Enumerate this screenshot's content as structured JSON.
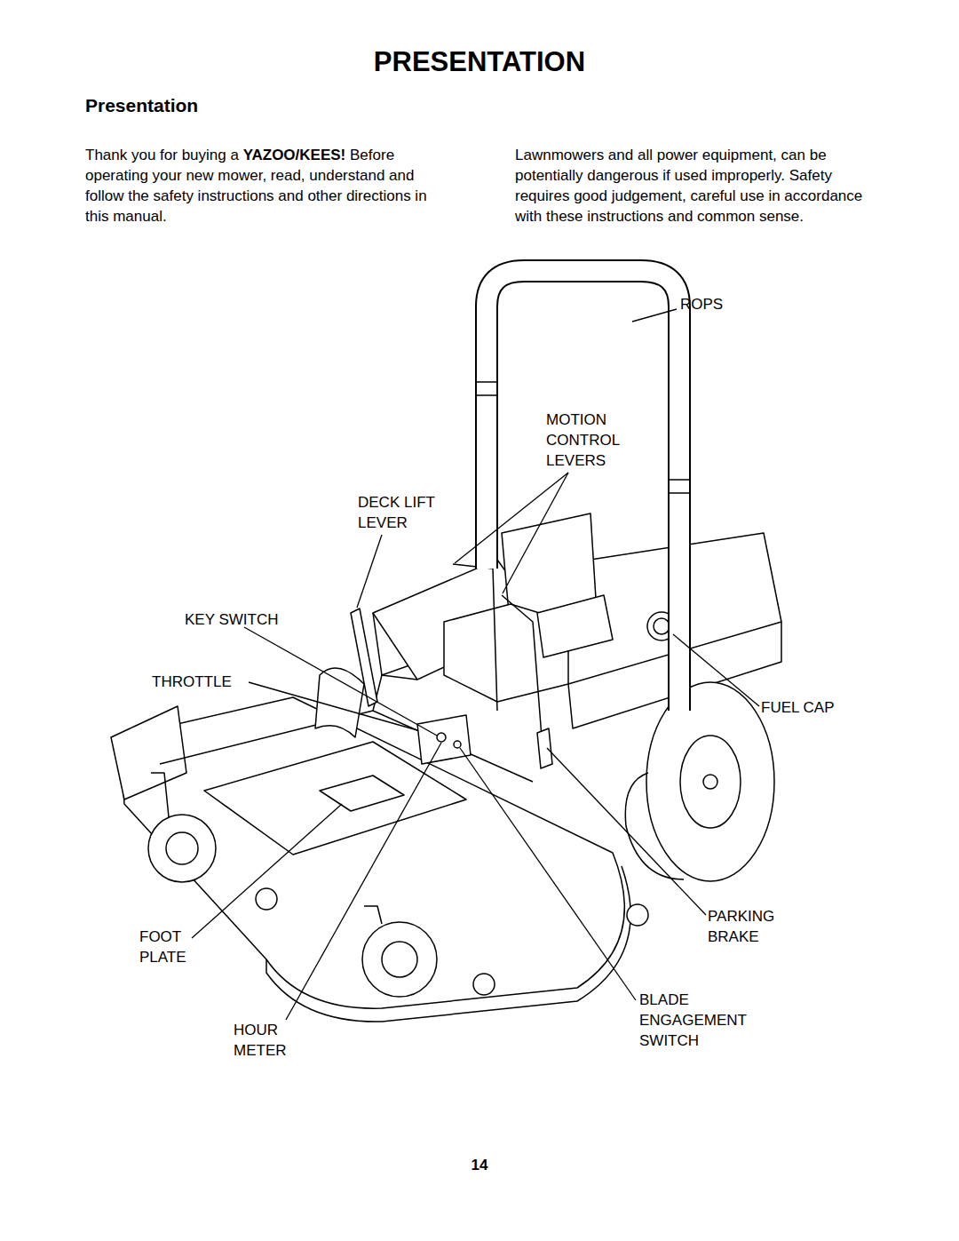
{
  "diagram": {
    "title": "PRESENTATION",
    "labels": [
      "Presentation",
      "Thank you for buying a",
      "YAZOO/KEES!",
      "Before operating your new mower, read, understand and follow the safety instructions and other directions in this manual.",
      "Lawnmowers and all power equipment, can be potentially dangerous if used improperly. Safety requires good judgement, careful use in accordance with these instructions and common sense.",
      "ROPS",
      "MOTION CONTROL LEVERS",
      "DECK LIFT LEVER",
      "KEY SWITCH",
      "THROTTLE",
      "FUEL CAP",
      "PARKING BRAKE",
      "FOOT PLATE",
      "BLADE ENGAGEMENT SWITCH",
      "HOUR METER",
      "14"
    ]
  }
}
